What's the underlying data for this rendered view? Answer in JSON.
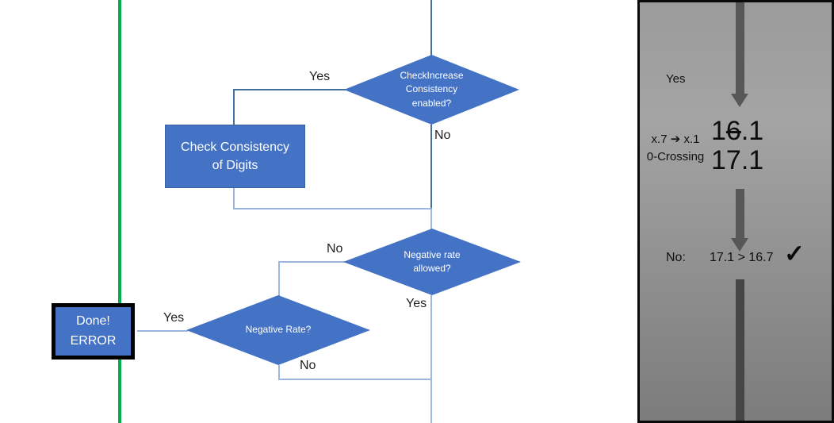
{
  "slide": {
    "flowchart": {
      "nodes": {
        "check_increase": "CheckIncrease\nConsistency\nenabled?",
        "check_consistency": "Check Consistency\nof Digits",
        "negative_rate_allowed": "Negative rate\nallowed?",
        "negative_rate": "Negative Rate?",
        "done_error": "Done!\nERROR"
      },
      "edge_labels": {
        "check_increase_yes": "Yes",
        "check_increase_no": "No",
        "negative_rate_allowed_no": "No",
        "negative_rate_allowed_yes": "Yes",
        "negative_rate_yes": "Yes",
        "negative_rate_no": "No"
      },
      "colors": {
        "node_fill": "#4472C4",
        "node_text": "#FFFFFF",
        "connector_dark": "#41719C",
        "connector_light": "#9DB6DC",
        "error_border": "#000000",
        "green_line": "#00B050"
      }
    },
    "side_panel": {
      "yes_label": "Yes",
      "rule_line1": "x.7 ➔ x.1",
      "rule_line2": "0-Crossing",
      "old_value": {
        "prefix": "1",
        "struck": "6",
        "suffix": ".1"
      },
      "new_value": "17.1",
      "result_label": "No:",
      "result_comparison": "17.1 > 16.7",
      "checkmark": "✓",
      "colors": {
        "background_top": "#9B9B9B",
        "background_bottom": "#7C7C7C",
        "arrow": "#575757",
        "border": "#0A0A0A"
      }
    }
  }
}
